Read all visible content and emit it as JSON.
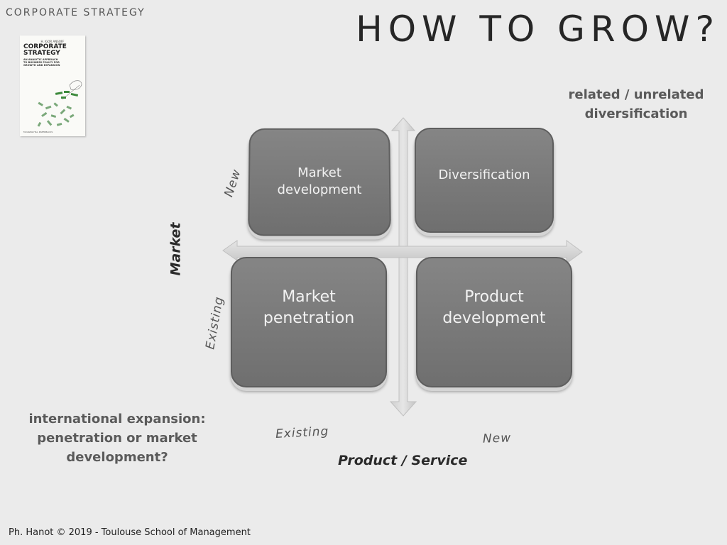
{
  "header": {
    "section": "CORPORATE STRATEGY",
    "title": "HOW TO GROW?"
  },
  "book": {
    "author": "H. IGOR ANSOFF",
    "title_line1": "CORPORATE",
    "title_line2": "STRATEGY",
    "subtitle": "AN ANALYTIC APPROACH TO BUSINESS POLICY FOR GROWTH AND EXPANSION",
    "publisher": "McGRAW-HILL PAPERBACKS"
  },
  "notes": {
    "diversification_line1": "related / unrelated",
    "diversification_line2": "diversification",
    "international_line1": "international expansion:",
    "international_line2": "penetration or market",
    "international_line3": "development?"
  },
  "matrix": {
    "vertical_axis": "Market",
    "horizontal_axis": "Product / Service",
    "vertical_ticks": {
      "new": "New",
      "existing": "Existing"
    },
    "horizontal_ticks": {
      "existing": "Existing",
      "new": "New"
    },
    "quadrants": {
      "market_development": {
        "line1": "Market",
        "line2": "development"
      },
      "diversification": {
        "line1": "Diversification"
      },
      "market_penetration": {
        "line1": "Market",
        "line2": "penetration"
      },
      "product_development": {
        "line1": "Product",
        "line2": "development"
      }
    },
    "colors": {
      "tile": "#7a7a7a",
      "arrow": "#d6d6d6",
      "background": "#ebebeb"
    }
  },
  "footer": "Ph. Hanot © 2019  -  Toulouse School of Management"
}
